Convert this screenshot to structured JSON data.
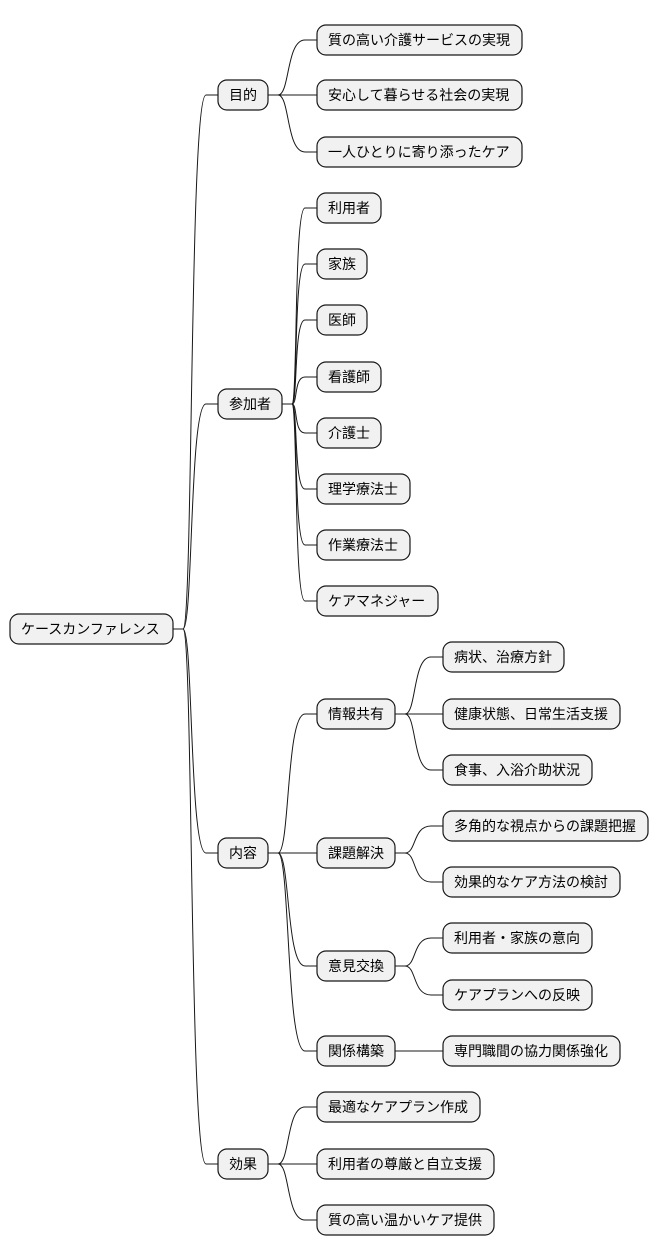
{
  "colors": {
    "node_fill": "#f1f1f1",
    "node_stroke": "#181818",
    "edge": "#181818",
    "text": "#000000"
  },
  "mindmap": {
    "root": {
      "label": "ケースカンファレンス",
      "children": [
        {
          "label": "目的",
          "children": [
            {
              "label": "質の高い介護サービスの実現"
            },
            {
              "label": "安心して暮らせる社会の実現"
            },
            {
              "label": "一人ひとりに寄り添ったケア"
            }
          ]
        },
        {
          "label": "参加者",
          "children": [
            {
              "label": "利用者"
            },
            {
              "label": "家族"
            },
            {
              "label": "医師"
            },
            {
              "label": "看護師"
            },
            {
              "label": "介護士"
            },
            {
              "label": "理学療法士"
            },
            {
              "label": "作業療法士"
            },
            {
              "label": "ケアマネジャー"
            }
          ]
        },
        {
          "label": "内容",
          "children": [
            {
              "label": "情報共有",
              "children": [
                {
                  "label": "病状、治療方針"
                },
                {
                  "label": "健康状態、日常生活支援"
                },
                {
                  "label": "食事、入浴介助状況"
                }
              ]
            },
            {
              "label": "課題解決",
              "children": [
                {
                  "label": "多角的な視点からの課題把握"
                },
                {
                  "label": "効果的なケア方法の検討"
                }
              ]
            },
            {
              "label": "意見交換",
              "children": [
                {
                  "label": "利用者・家族の意向"
                },
                {
                  "label": "ケアプランへの反映"
                }
              ]
            },
            {
              "label": "関係構築",
              "children": [
                {
                  "label": "専門職間の協力関係強化"
                }
              ]
            }
          ]
        },
        {
          "label": "効果",
          "children": [
            {
              "label": "最適なケアプラン作成"
            },
            {
              "label": "利用者の尊厳と自立支援"
            },
            {
              "label": "質の高い温かいケア提供"
            }
          ]
        }
      ]
    }
  }
}
